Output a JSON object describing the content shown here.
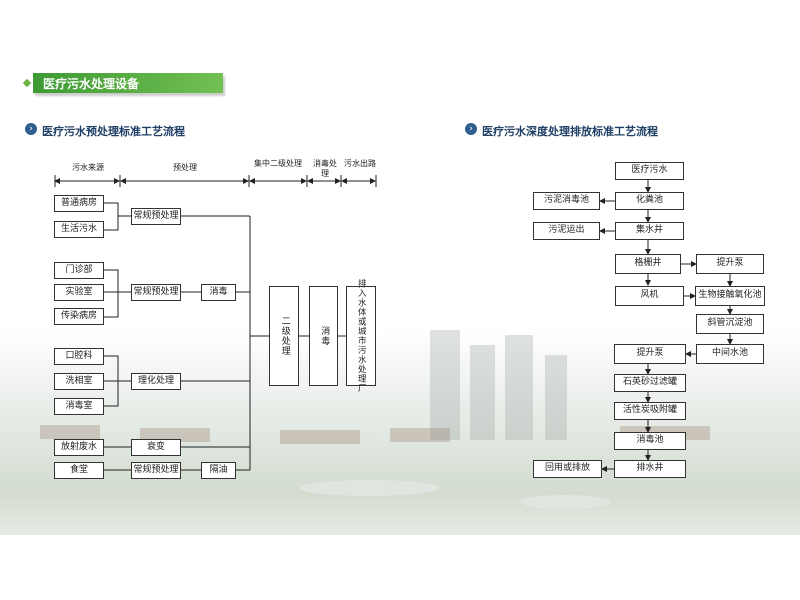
{
  "section_title": "医疗污水处理设备",
  "left_title": "医疗污水预处理标准工艺流程",
  "right_title": "医疗污水深度处理排放标准工艺流程",
  "pre_headers": {
    "source": "污水来源",
    "pretreat": "预处理",
    "central": "集中二级处理",
    "disinfect": "消毒处理",
    "discharge": "污水出路"
  },
  "pre_nodes": {
    "ward": "普通病房",
    "domestic": "生活污水",
    "conv1": "常规预处理",
    "clinic": "门诊部",
    "lab": "实验室",
    "infect": "传染病房",
    "conv2": "常规预处理",
    "disinf_small": "消毒",
    "dental": "口腔科",
    "photo": "洗相室",
    "disinf_room": "消毒室",
    "physchem": "理化处理",
    "radio": "放射废水",
    "decay": "衰变",
    "canteen": "食堂",
    "conv3": "常规预处理",
    "grease": "隔油",
    "secondary": "二级处理",
    "disinf_big": "消毒",
    "discharge_to": "排入水体或城市污水处理厂"
  },
  "deep_nodes": {
    "start": "医疗污水",
    "septic": "化粪池",
    "collect": "集水井",
    "grid": "格栅井",
    "blower": "风机",
    "sludge_dis": "污泥消毒池",
    "sludge_out": "污泥运出",
    "pump1": "提升泵",
    "bio": "生物接触氧化池",
    "tube": "斜管沉淀池",
    "middle": "中间水池",
    "pump2": "提升泵",
    "sand": "石英砂过滤罐",
    "carbon": "活性炭吸附罐",
    "disinf": "消毒池",
    "drain": "排水井",
    "reuse": "回用或排放"
  }
}
